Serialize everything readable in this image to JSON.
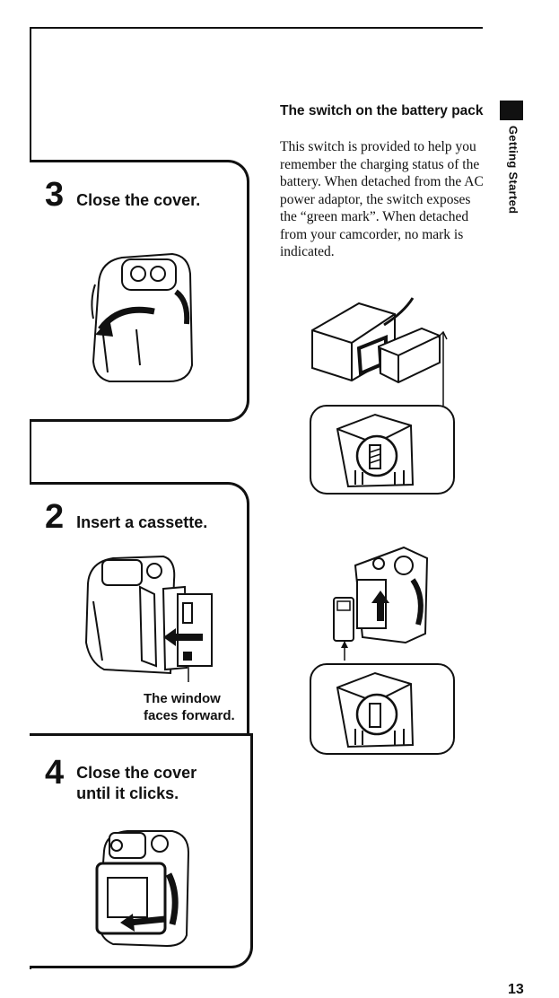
{
  "steps": {
    "step3": {
      "number": "3",
      "text": "Close the cover."
    },
    "step2": {
      "number": "2",
      "text": "Insert a cassette.",
      "caption_line1": "The window",
      "caption_line2": "faces forward."
    },
    "step4": {
      "number": "4",
      "text_line1": "Close the cover",
      "text_line2": "until it clicks."
    }
  },
  "section": {
    "title": "The switch on the battery pack",
    "body": "This switch is provided to help you remember the charging status of the battery. When detached from the AC power adaptor, the switch exposes the “green mark”. When detached from your camcorder, no mark is indicated."
  },
  "side_tab": {
    "label": "Getting Started"
  },
  "page": {
    "number": "13"
  }
}
